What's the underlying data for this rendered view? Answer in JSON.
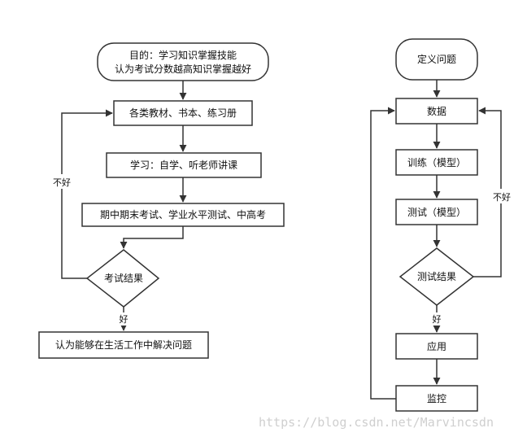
{
  "left_flow": {
    "goal_line1": "目的：学习知识掌握技能",
    "goal_line2": "认为考试分数越高知识掌握越好",
    "materials": "各类教材、书本、练习册",
    "study": "学习：自学、听老师讲课",
    "exams": "期中期末考试、学业水平测试、中高考",
    "decision": "考试结果",
    "loop_label": "不好",
    "good_label": "好",
    "outcome": "认为能够在生活工作中解决问题"
  },
  "right_flow": {
    "define": "定义问题",
    "data": "数据",
    "train": "训练（模型）",
    "test": "测试（模型）",
    "decision": "测试结果",
    "loop_label": "不好",
    "good_label": "好",
    "apply": "应用",
    "monitor": "监控"
  },
  "watermark": "https://blog.csdn.net/Marvincsdn",
  "colors": {
    "stroke": "#333333",
    "fill": "#ffffff",
    "text": "#111111"
  }
}
